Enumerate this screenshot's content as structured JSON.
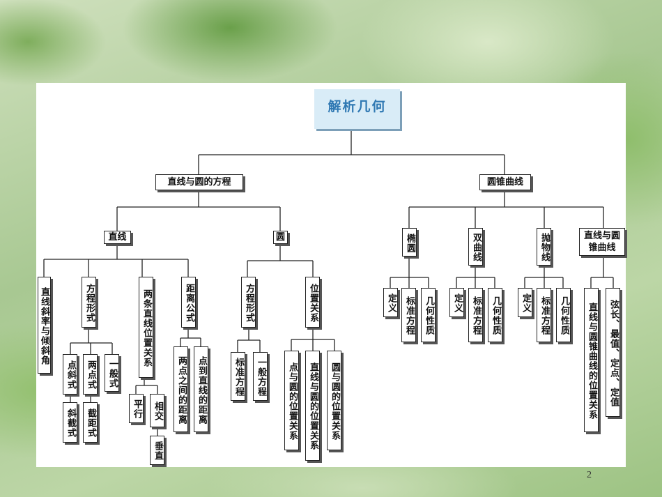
{
  "diagram": {
    "root": "解析几何",
    "branch_left": "直线与圆的方程",
    "branch_right": "圆锥曲线",
    "line": {
      "label": "直线",
      "slope": "直线斜率与倾斜角",
      "forms": "方程形式",
      "point_slope": "点斜式",
      "two_point": "两点式",
      "general": "一般式",
      "slope_form": "斜截式",
      "intercept_form": "截距式",
      "relation": "两条直线位置关系",
      "parallel": "平行",
      "intersect": "相交",
      "perpendicular": "垂直",
      "distance": "距离公式",
      "point_point": "两点之间的距离",
      "point_line": "点到直线的距离"
    },
    "circle": {
      "label": "圆",
      "forms": "方程形式",
      "standard": "标准方程",
      "general": "一般方程",
      "relation": "位置关系",
      "point_circle": "点与圆的位置关系",
      "line_circle": "直线与圆的位置关系",
      "circle_circle": "圆与圆的位置关系"
    },
    "ellipse": {
      "label": "椭圆",
      "def": "定义",
      "std": "标准方程",
      "props": "几何性质"
    },
    "hyperbola": {
      "label": "双曲线",
      "def": "定义",
      "std": "标准方程",
      "props": "几何性质"
    },
    "parabola": {
      "label": "抛物线",
      "def": "定义",
      "std": "标准方程",
      "props": "几何性质"
    },
    "line_conic": {
      "label": "直线与圆锥曲线",
      "relation": "直线与圆锥曲线的位置关系",
      "chord": "弦长、最值、定点、定值"
    }
  },
  "page_number": "2"
}
